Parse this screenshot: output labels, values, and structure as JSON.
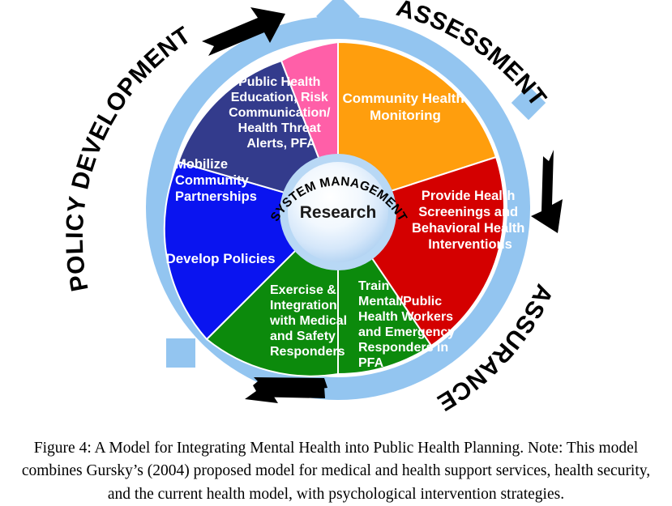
{
  "figure": {
    "caption": "Figure 4: A Model for Integrating Mental Health into Public Health Planning.  Note: This model combines Gursky’s (2004) proposed model for medical and health support services, health security, and the current health model, with psychological intervention strategies."
  },
  "wheel": {
    "hub_label": "Research",
    "hub_arc_label": "SYSTEM MANAGEMENT",
    "ring_color": "#93c5f0",
    "outer_labels": [
      {
        "id": "policy-development",
        "text": "POLICY DEVELOPMENT"
      },
      {
        "id": "assessment",
        "text": "ASSESSMENT"
      },
      {
        "id": "assurance",
        "text": "ASSURANCE"
      }
    ],
    "arrows": [
      {
        "id": "arrow-top-left",
        "direction": "up-right"
      },
      {
        "id": "arrow-right",
        "direction": "down"
      },
      {
        "id": "arrow-bottom",
        "direction": "left"
      }
    ],
    "markers": [
      {
        "id": "marker-top",
        "shape": "diamond"
      },
      {
        "id": "marker-right",
        "shape": "diamond"
      },
      {
        "id": "marker-bottom-left",
        "shape": "square"
      }
    ],
    "segments": [
      {
        "id": "community-health-monitoring",
        "color": "#ff9e0d",
        "lines": [
          "Community Health",
          "Monitoring"
        ]
      },
      {
        "id": "provide-health-screenings",
        "color": "#d40000",
        "lines": [
          "Provide Health",
          "Screenings and",
          "Behavioral Health",
          "Interventions"
        ]
      },
      {
        "id": "train-mental-public-health-workers",
        "color": "#0c8a0c",
        "lines": [
          "Train",
          "Mental/Public",
          "Health Workers",
          "and Emergency",
          "Responders in",
          "PFA"
        ]
      },
      {
        "id": "exercise-and-integration",
        "color": "#0c8a0c",
        "lines": [
          "Exercise &",
          "Integration",
          "with Medical",
          "and Safety",
          "Responders"
        ]
      },
      {
        "id": "develop-policies",
        "color": "#0a14f0",
        "lines": [
          "Develop Policies"
        ]
      },
      {
        "id": "mobilize-community-partnerships",
        "color": "#333b8c",
        "lines": [
          "Mobilize",
          "Community",
          "Partnerships"
        ]
      },
      {
        "id": "public-health-education",
        "color": "#ff5fa8",
        "lines": [
          "Public Health",
          "Education, Risk",
          "Communication/",
          "Health Threat",
          "Alerts, PFA"
        ]
      }
    ]
  }
}
